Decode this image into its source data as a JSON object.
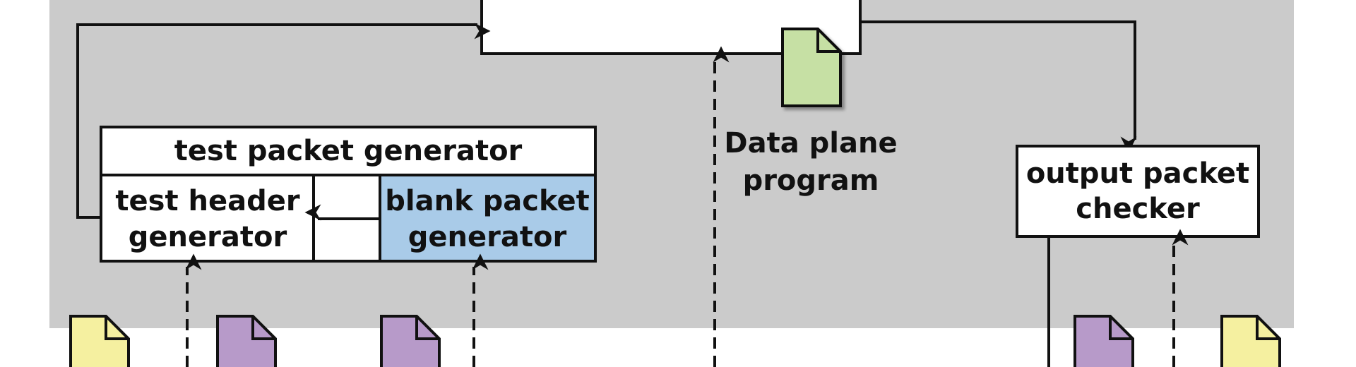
{
  "diagram": {
    "test_packet_generator": {
      "title": "test packet generator",
      "header_generator": [
        "test header",
        "generator"
      ],
      "blank_packet_generator": [
        "blank packet",
        "generator"
      ]
    },
    "data_plane_program": [
      "Data plane",
      "program"
    ],
    "output_packet_checker": [
      "output packet",
      "checker"
    ]
  },
  "colors": {
    "panel": "#cbcbcb",
    "blank_packet_generator_fill": "#a9cbe8",
    "doc_green": "#c6e0a4",
    "doc_purple": "#b79ac9",
    "doc_yellow": "#f5f0a0",
    "stroke": "#111111"
  },
  "icons": [
    "document-icon",
    "arrow-icon"
  ]
}
